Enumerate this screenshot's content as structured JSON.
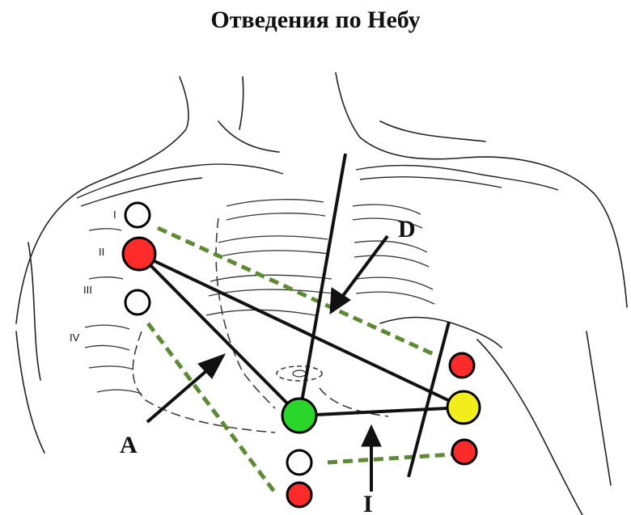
{
  "title": "Отведения по Небу",
  "labels": {
    "d": "D",
    "a": "A",
    "i": "I"
  },
  "ribs": {
    "r1": "I",
    "r2": "II",
    "r3": "III",
    "r4": "IV"
  },
  "colors": {
    "red": "#ff2a2a",
    "green": "#2bd62b",
    "yellow": "#f2ee1c",
    "dotted": "#5f8a35"
  }
}
